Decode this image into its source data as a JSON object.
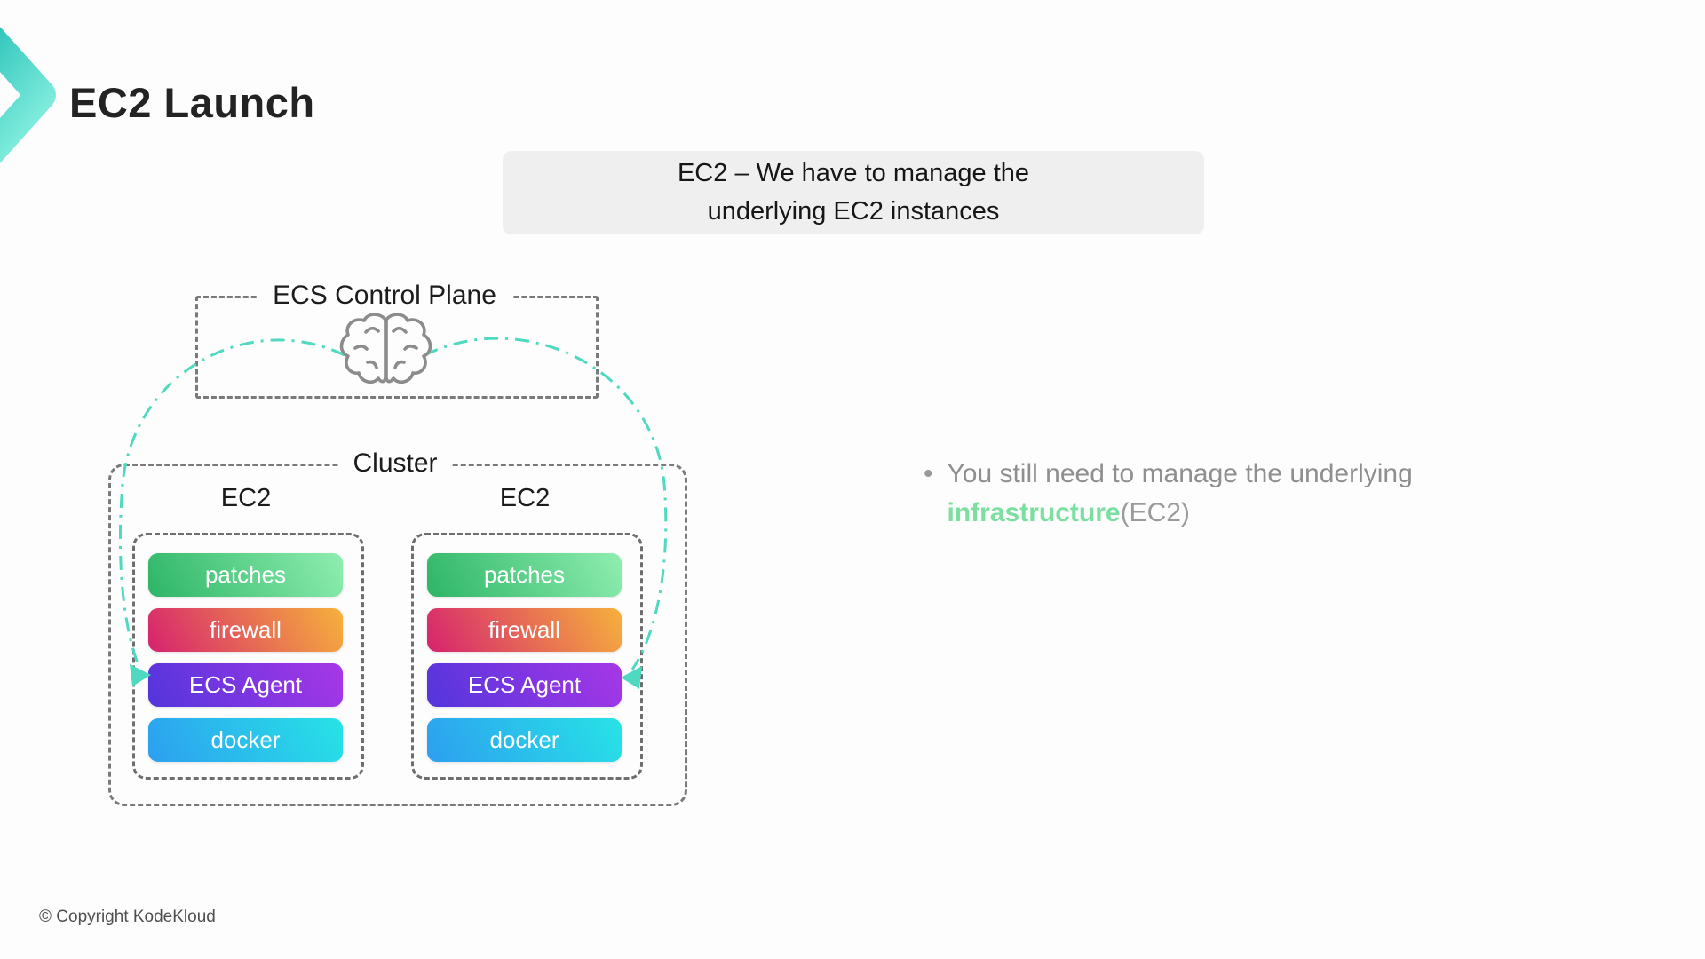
{
  "slide": {
    "title": "EC2 Launch",
    "copyright": "© Copyright KodeKloud"
  },
  "callout": {
    "line1": "EC2 – We have to manage the",
    "line2": "underlying EC2 instances",
    "bg_color": "#efefef"
  },
  "diagram": {
    "control_plane": {
      "label": "ECS Control Plane",
      "icon": "brain-icon"
    },
    "cluster": {
      "label": "Cluster"
    },
    "arc_color": "#4fd9c0",
    "dash_color": "#7a7a7a",
    "instances": [
      {
        "label": "EC2",
        "components": [
          {
            "label": "patches",
            "from": "#2db566",
            "to": "#8feeb0"
          },
          {
            "label": "firewall",
            "from": "#d6226f",
            "to": "#f6b13c"
          },
          {
            "label": "ECS Agent",
            "from": "#5335dc",
            "to": "#a737e6"
          },
          {
            "label": "docker",
            "from": "#2d9ff0",
            "to": "#27e3e6"
          }
        ]
      },
      {
        "label": "EC2",
        "components": [
          {
            "label": "patches",
            "from": "#2db566",
            "to": "#8feeb0"
          },
          {
            "label": "firewall",
            "from": "#d6226f",
            "to": "#f6b13c"
          },
          {
            "label": "ECS Agent",
            "from": "#5335dc",
            "to": "#a737e6"
          },
          {
            "label": "docker",
            "from": "#2d9ff0",
            "to": "#27e3e6"
          }
        ]
      }
    ]
  },
  "notes": {
    "bullets": [
      {
        "marker": "•",
        "text": "You still need to manage the underlying",
        "highlight": "infrastructure",
        "highlight_color": "#7bdfa0",
        "suffix": "(EC2)"
      }
    ]
  },
  "brand": {
    "logo_icon": "kodekloud-chevron",
    "teal_from": "#2fc4bb",
    "teal_to": "#83eede"
  }
}
